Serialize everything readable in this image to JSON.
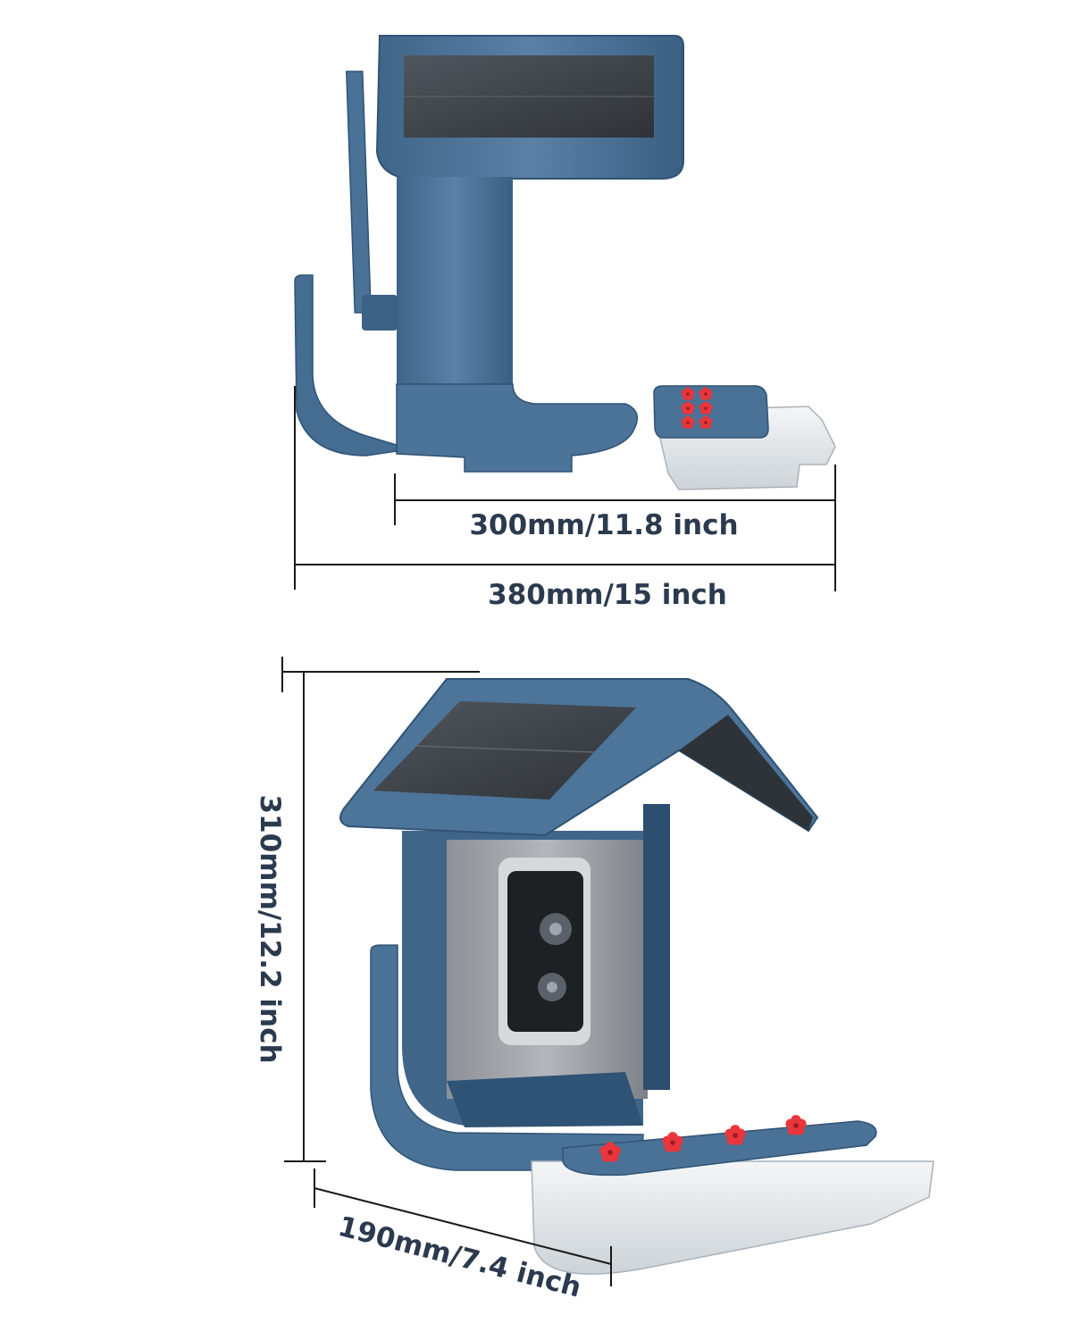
{
  "colors": {
    "body_blue": "#4a7196",
    "body_blue_dark": "#34587a",
    "body_blue_light": "#6f93b5",
    "solar_panel": "#3d4248",
    "flower_red": "#e8363c",
    "tray_clear": "#e7ecef",
    "dim_line": "#1a1a1a",
    "label_text": "#2b3a4e"
  },
  "side_view": {
    "depth_short_label": "300mm/11.8 inch",
    "depth_total_label": "380mm/15 inch"
  },
  "front_view": {
    "height_label": "310mm/12.2 inch",
    "width_label": "190mm/7.4 inch"
  }
}
